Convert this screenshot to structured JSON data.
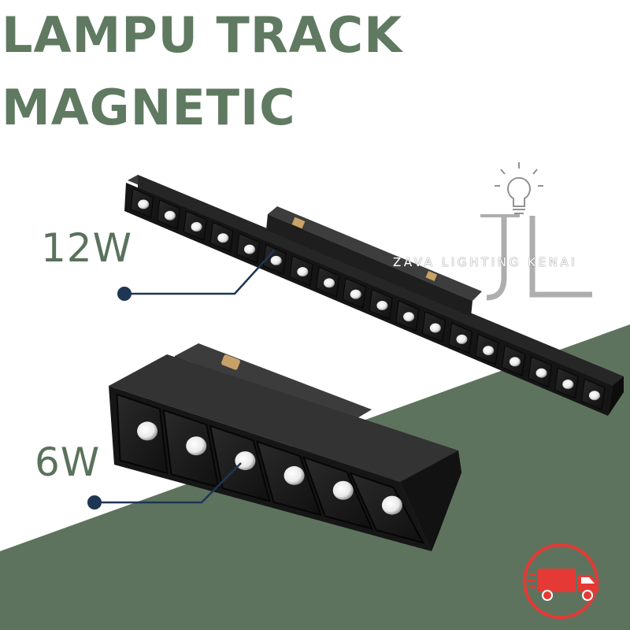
{
  "title": {
    "line1": "LAMPU TRACK",
    "line2": "MAGNETIC"
  },
  "products": [
    {
      "label": "12W"
    },
    {
      "label": "6W"
    }
  ],
  "watermark": {
    "brand_text": "ZAVA LIGHTING KENAI"
  },
  "colors": {
    "title": "#5f7a61",
    "background_band": "#5e735e",
    "pointer_line": "#1f3554",
    "fixture_body": "#1c1c1c",
    "delivery_badge": "#e53935"
  },
  "icons": [
    "light-bulb-icon",
    "delivery-truck-icon"
  ]
}
